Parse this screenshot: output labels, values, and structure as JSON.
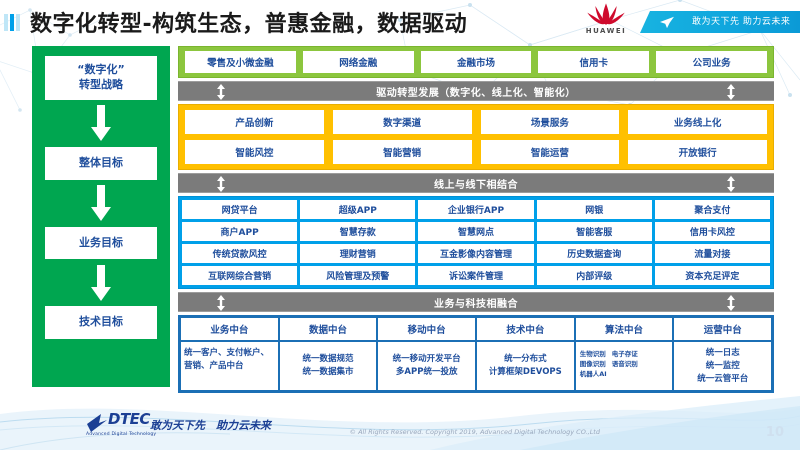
{
  "header": {
    "title": "数字化转型-构筑生态，普惠金融，数据驱动",
    "brand": "HUAWEI",
    "ribbon_text": "敢为天下先 助力云未来"
  },
  "left_panel": {
    "steps": [
      {
        "label": "“数字化”\n转型战略"
      },
      {
        "label": "整体目标"
      },
      {
        "label": "业务目标"
      },
      {
        "label": "技术目标"
      }
    ],
    "step1_line1": "“数字化”",
    "step1_line2": "转型战略",
    "step2": "整体目标",
    "step3": "业务目标",
    "step4": "技术目标"
  },
  "business_row": {
    "cells": [
      "零售及小微金融",
      "网络金融",
      "金融市场",
      "信用卡",
      "公司业务"
    ]
  },
  "connector_1": {
    "label": "驱动转型发展（数字化、线上化、智能化）"
  },
  "capabilities": {
    "row1": [
      "产品创新",
      "数字渠道",
      "场景服务",
      "业务线上化"
    ],
    "row2": [
      "智能风控",
      "智能营销",
      "智能运营",
      "开放银行"
    ]
  },
  "connector_2": {
    "label": "线上与线下相结合"
  },
  "applications": {
    "row1": [
      "网贷平台",
      "超级APP",
      "企业银行APP",
      "网银",
      "聚合支付"
    ],
    "row2": [
      "商户APP",
      "智慧存款",
      "智慧网点",
      "智能客服",
      "信用卡风控"
    ],
    "row3": [
      "传统贷款风控",
      "理财营销",
      "互金影像内容管理",
      "历史数据查询",
      "流量对接"
    ],
    "row4": [
      "互联网综合营销",
      "风险管理及预警",
      "诉讼案件管理",
      "内部评级",
      "资本充足评定"
    ]
  },
  "connector_3": {
    "label": "业务与科技相融合"
  },
  "platforms": {
    "columns": [
      {
        "title": "业务中台",
        "body": "统一客户、支付帐户、营销、产品中台"
      },
      {
        "title": "数据中台",
        "body": "统一数据规范\n统一数据集市",
        "lines": [
          "统一数据规范",
          "统一数据集市"
        ]
      },
      {
        "title": "移动中台",
        "body": "统一移动开发平台\n多APP统一投放",
        "lines": [
          "统一移动开发平台",
          "多APP统一投放"
        ]
      },
      {
        "title": "技术中台",
        "body": "统一分布式\n计算框架DEVOPS",
        "lines": [
          "统一分布式",
          "计算框架DEVOPS"
        ]
      },
      {
        "title": "算法中台",
        "pairs": [
          [
            "生物识别",
            "电子存证"
          ],
          [
            "图像识别",
            "语音识别"
          ],
          [
            "机器人AI",
            ""
          ]
        ]
      },
      {
        "title": "运营中台",
        "lines": [
          "统一日志",
          "统一监控",
          "统一云管平台"
        ]
      }
    ]
  },
  "footer": {
    "logo_text": "DTEC",
    "logo_sub": "Advanced Digital Technology",
    "slogan": "敢为天下先　助力云未来",
    "copyright": "© All Rights Reserved. Copyright 2019, Advanced Digital Technology CO.,Ltd",
    "page_number": "10"
  },
  "colors": {
    "green": "#00a650",
    "lime": "#8cc63e",
    "grey": "#7b7b7b",
    "orange": "#ffc000",
    "blue": "#00a0e9",
    "dark_blue": "#1b6fb5",
    "text_blue": "#1f4e9c"
  }
}
